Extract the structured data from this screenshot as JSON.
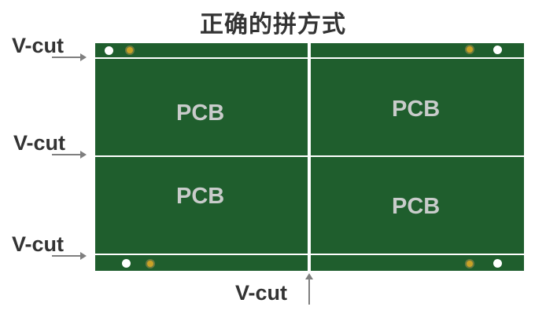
{
  "title": "正确的拼方式",
  "cells": [
    "PCB",
    "PCB",
    "PCB",
    "PCB"
  ],
  "vcut_labels": [
    "V-cut",
    "V-cut",
    "V-cut",
    "V-cut"
  ],
  "colors": {
    "board": "#1f5e2d",
    "line": "#ffffff",
    "text": "#333333",
    "pcb_text": "#c9cccb",
    "fiducial": "#c9a227",
    "arrow": "#7f7f7f"
  }
}
